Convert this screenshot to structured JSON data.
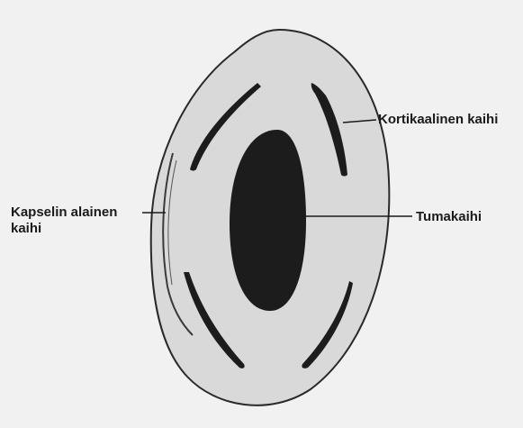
{
  "labels": {
    "cortical": "Kortikaalinen kaihi",
    "nuclear": "Tumakaihi",
    "subcapsular_line1": "Kapselin alainen",
    "subcapsular_line2": "kaihi"
  },
  "colors": {
    "background": "#f1f1f1",
    "lens_fill": "#d9d9d9",
    "lens_outline": "#2a2a2a",
    "opacity": "#1c1c1c",
    "leader_line": "#1a1a1a",
    "label_text": "#1a1a1a"
  }
}
